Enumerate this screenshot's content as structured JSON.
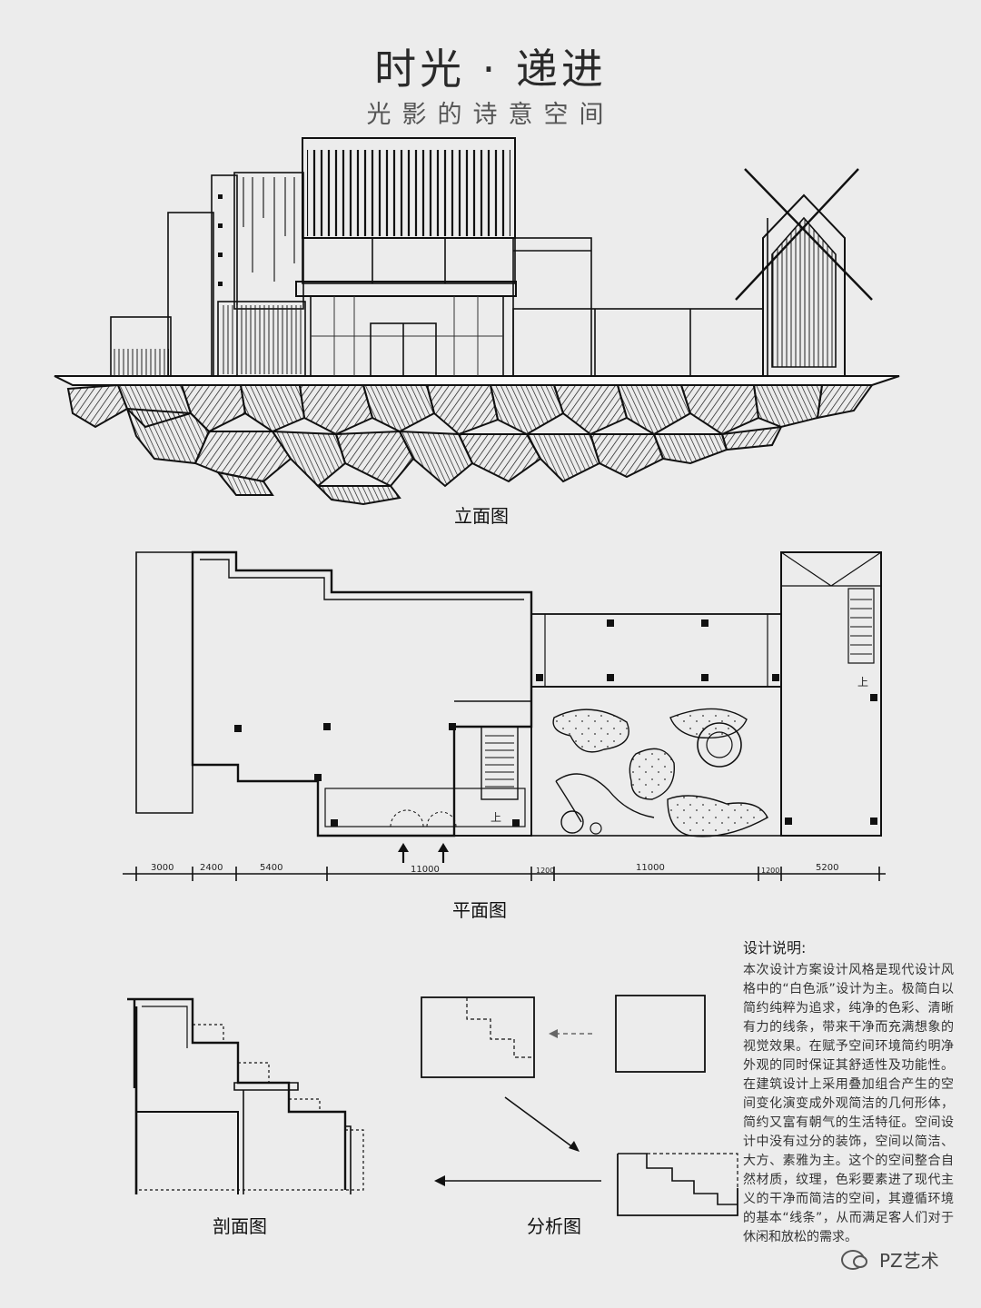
{
  "header": {
    "title": "时光 · 递进",
    "subtitle": "光影的诗意空间"
  },
  "captions": {
    "elevation": "立面图",
    "plan": "平面图",
    "section": "剖面图",
    "analysis": "分析图"
  },
  "plan_scale": {
    "dims": [
      "3000",
      "2400",
      "5400",
      "11000",
      "1200",
      "11000",
      "1200",
      "5200"
    ]
  },
  "plan_labels": {
    "up_main": "上",
    "up_right": "上"
  },
  "notes": {
    "title": "设计说明:",
    "body": "本次设计方案设计风格是现代设计风格中的“白色派”设计为主。极简白以简约纯粹为追求，纯净的色彩、清晰有力的线条，带来干净而充满想象的视觉效果。在赋予空间环境简约明净外观的同时保证其舒适性及功能性。在建筑设计上采用叠加组合产生的空间变化演变成外观简洁的几何形体，简约又富有朝气的生活特征。空间设计中没有过分的装饰，空间以简洁、大方、素雅为主。这个的空间整合自然材质，纹理，色彩要素进了现代主义的干净而简洁的空间，其遵循环境的基本“线条”，从而满足客人们对于休闲和放松的需求。"
  },
  "brand": {
    "name": "PZ艺术"
  }
}
